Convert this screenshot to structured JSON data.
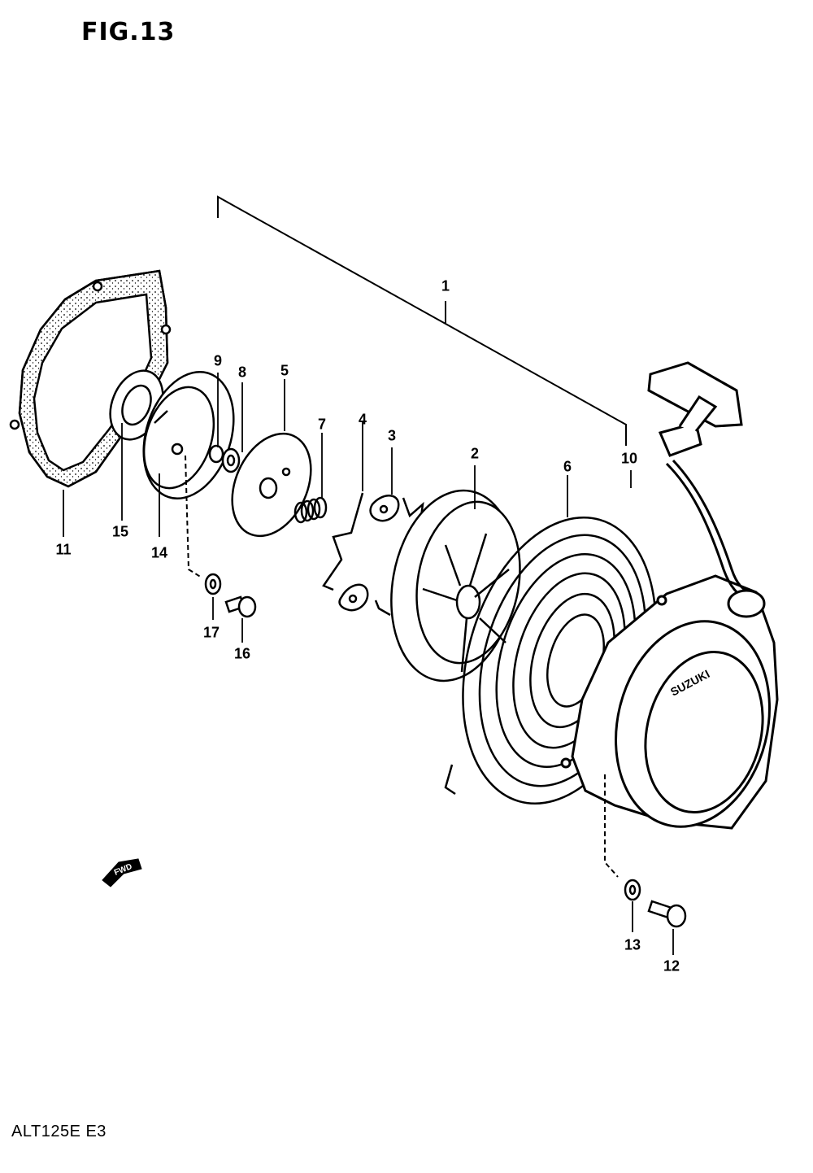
{
  "figure": {
    "title": "FIG.13",
    "model_code": "ALT125E E3"
  },
  "callouts": [
    "1",
    "2",
    "3",
    "4",
    "5",
    "6",
    "7",
    "8",
    "9",
    "10",
    "11",
    "12",
    "13",
    "14",
    "15",
    "16",
    "17"
  ],
  "direction_arrow": {
    "label": "FWD"
  },
  "cover_marking": {
    "text": "SUZUKI"
  },
  "colors": {
    "ink": "#000000",
    "paper": "#ffffff"
  }
}
